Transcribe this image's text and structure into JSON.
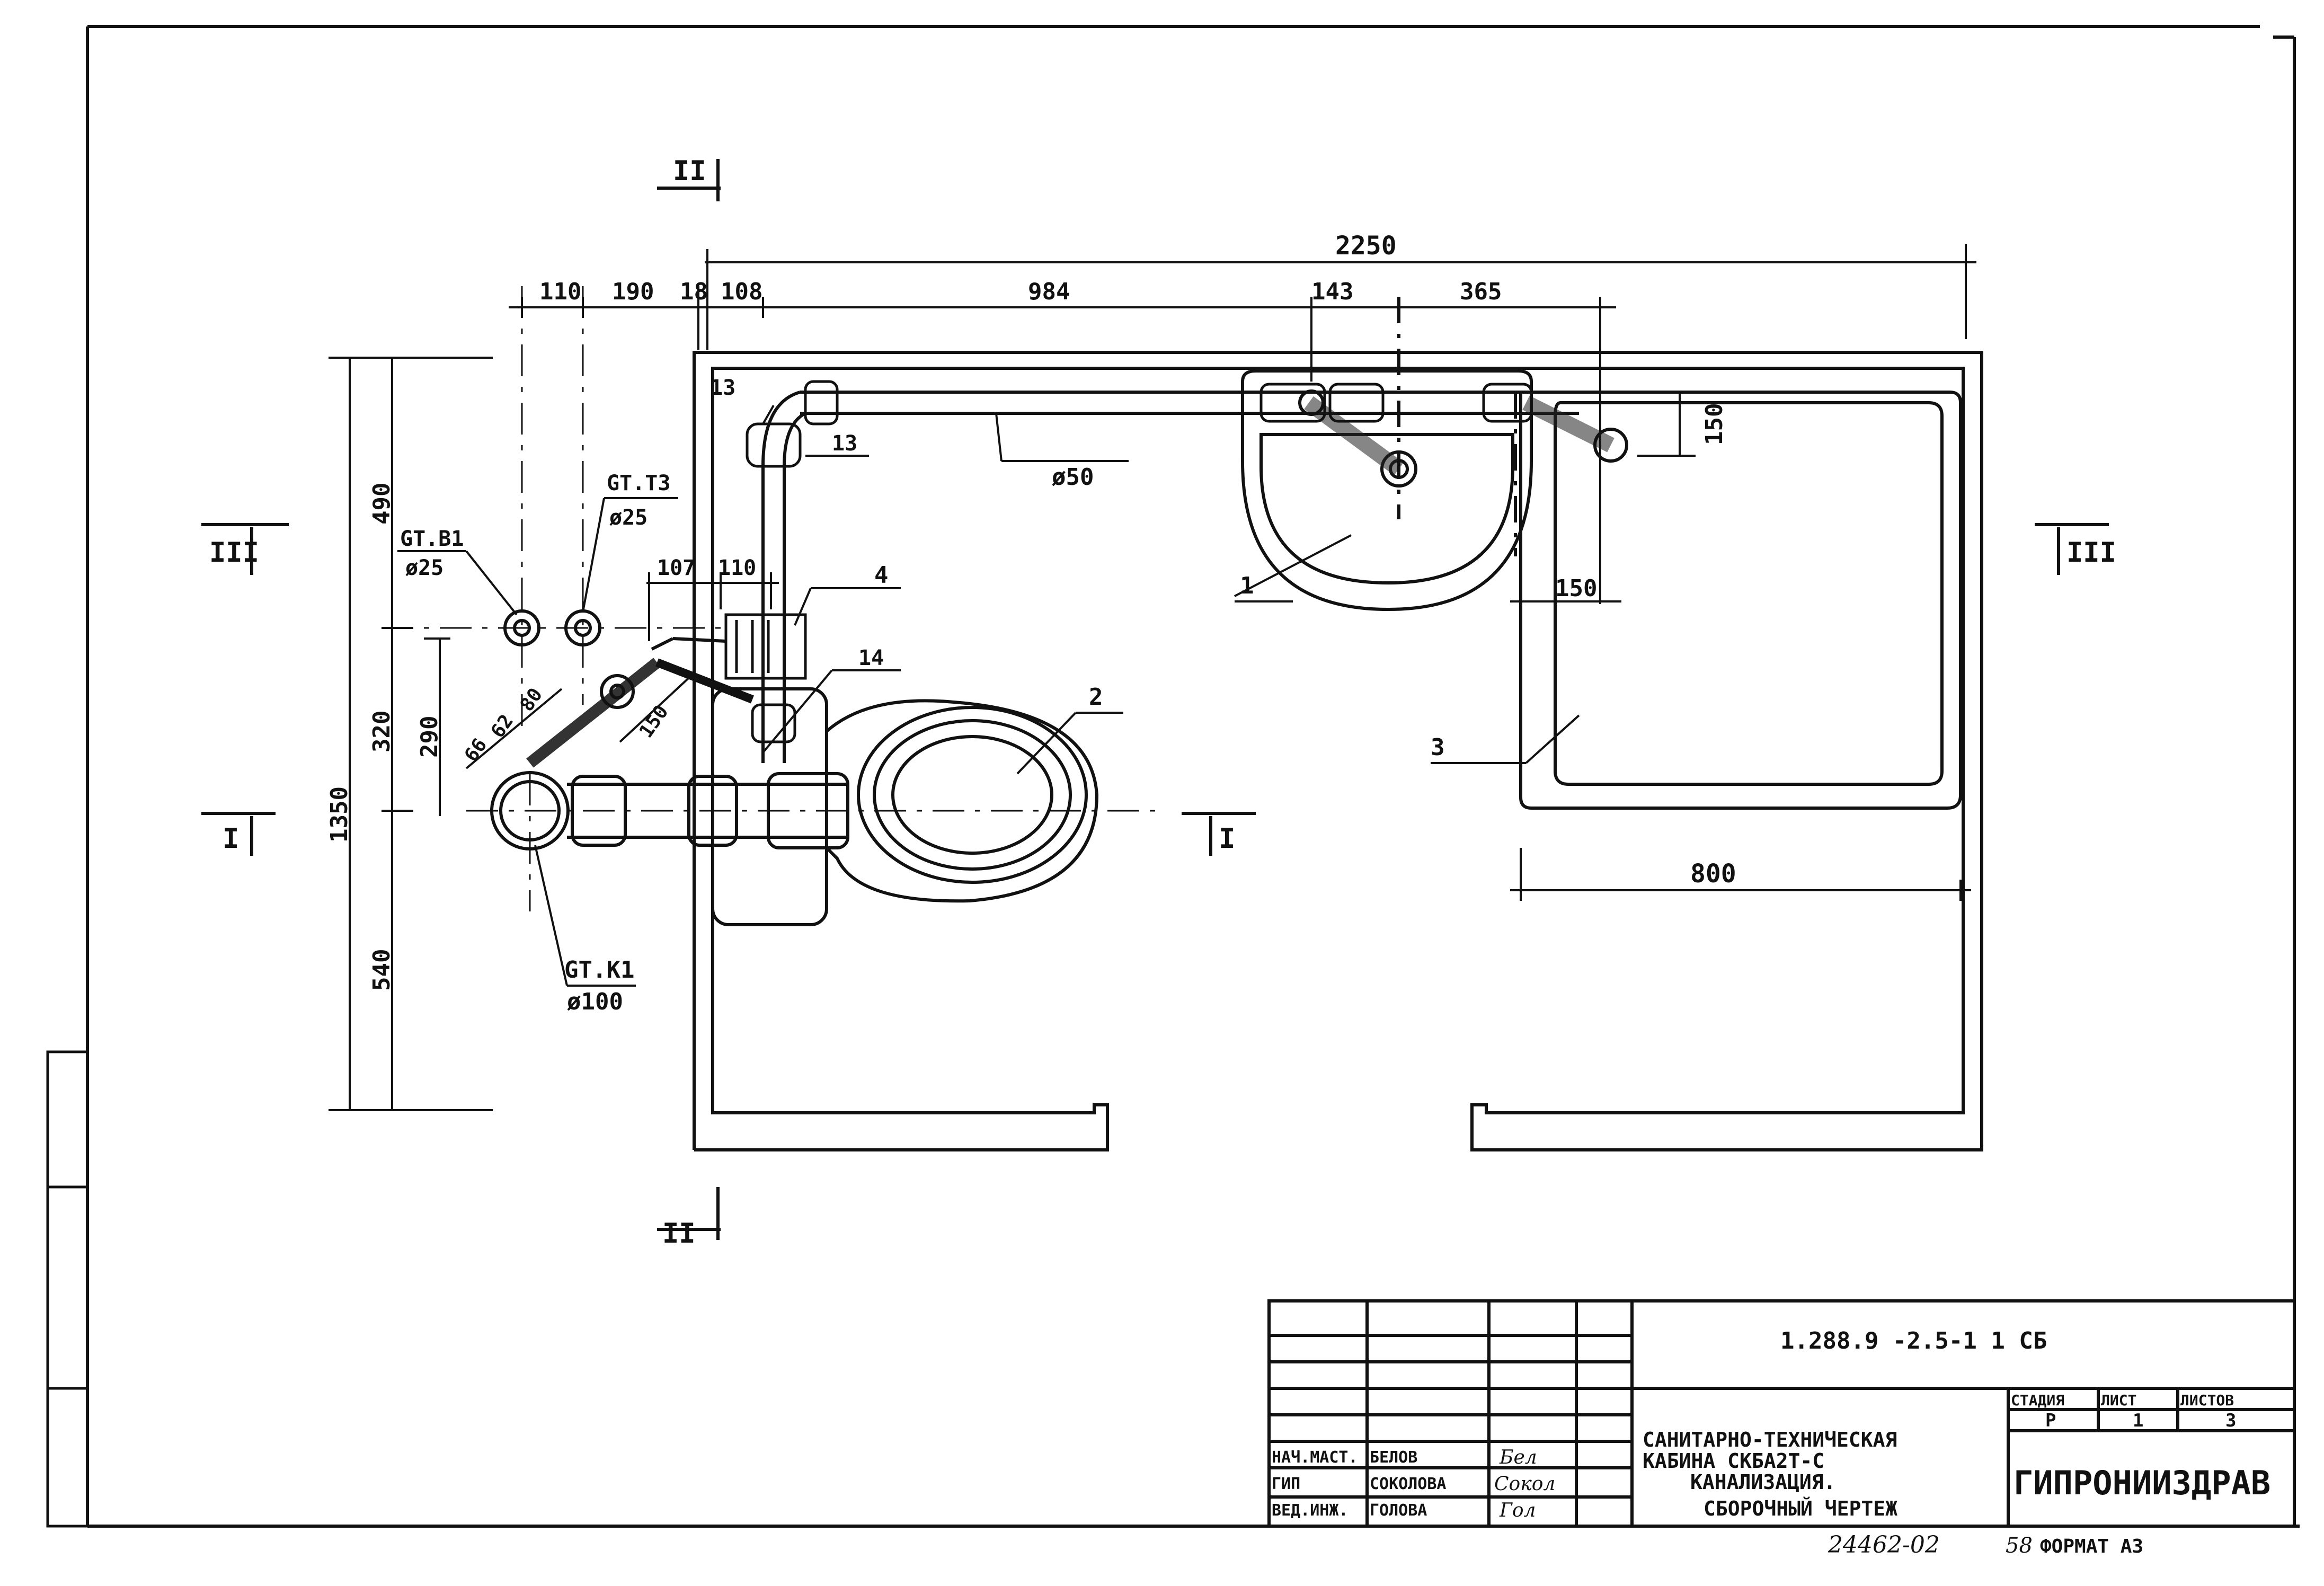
{
  "dimensions": {
    "overall_width": "2250",
    "d_110a": "110",
    "d_190": "190",
    "d_18": "18",
    "d_108": "108",
    "d_984": "984",
    "d_143": "143",
    "d_365": "365",
    "d_150_top": "150",
    "d_150_mid": "150",
    "d_800": "800",
    "d_490": "490",
    "d_320": "320",
    "d_540": "540",
    "d_1350": "1350",
    "d_290": "290",
    "d_107": "107",
    "d_110b": "110",
    "d_66": "66",
    "d_62": "62",
    "d_80": "80",
    "d_150_diag": "150"
  },
  "sections": {
    "s1": "I",
    "s2": "II",
    "s3": "III"
  },
  "pipe_labels": {
    "drain_50": "ø50",
    "riser_b1": "GT.B1",
    "riser_b1_dia": "ø25",
    "riser_t3": "GT.T3",
    "riser_t3_dia": "ø25",
    "riser_k1": "GT.K1",
    "riser_k1_dia": "ø100"
  },
  "callouts": {
    "c1": "1",
    "c2": "2",
    "c3": "3",
    "c4": "4",
    "c13a": "13",
    "c13b": "13",
    "c14": "14"
  },
  "title_block": {
    "doc_code": "1.288.9 -2.5-1 1   СБ",
    "title_line1": "САНИТАРНО-ТЕХНИЧЕСКАЯ",
    "title_line2": "КАБИНА СКБА2Т-С",
    "title_line3": "КАНАЛИЗАЦИЯ.",
    "title_line4": "СБОРОЧНЫЙ ЧЕРТЕЖ",
    "stage_header": "СТАДИЯ",
    "sheet_header": "ЛИСТ",
    "sheets_header": "ЛИСТОВ",
    "stage_value": "Р",
    "sheet_value": "1",
    "sheets_value": "3",
    "organization": "ГИПРОНИИЗДРАВ",
    "roles": [
      {
        "role": "НАЧ.МАСТ.",
        "name": "БЕЛОВ",
        "signature": "Бел"
      },
      {
        "role": "ГИП",
        "name": "СОКОЛОВА",
        "signature": "Сокол"
      },
      {
        "role": "ВЕД.ИНЖ.",
        "name": "ГОЛОВА",
        "signature": "Гол"
      }
    ],
    "archive_no": "24462-02",
    "page_no": "58",
    "format": "ФОРМАТ А3"
  }
}
